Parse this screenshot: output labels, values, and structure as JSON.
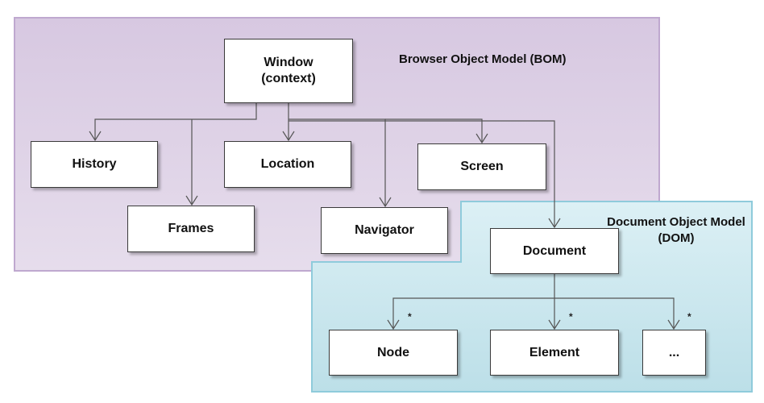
{
  "regions": {
    "bom": {
      "label": "Browser Object Model (BOM)",
      "fill": "#dccfe4",
      "border": "#bfa8cf"
    },
    "dom": {
      "label": "Document Object Model (DOM)",
      "fill": "#cfe8ef",
      "border": "#8fcbdb"
    }
  },
  "nodes": {
    "window": "Window\n(context)",
    "history": "History",
    "frames": "Frames",
    "location": "Location",
    "navigator": "Navigator",
    "screen": "Screen",
    "document": "Document",
    "node": "Node",
    "element": "Element",
    "more": "..."
  },
  "multiplicity": {
    "node": "*",
    "element": "*",
    "more": "*"
  },
  "colors": {
    "line": "#555555",
    "box_border": "#3a3a3a"
  }
}
